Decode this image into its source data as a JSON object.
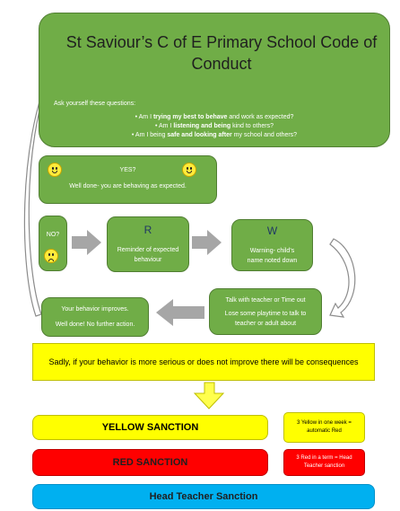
{
  "header": {
    "title": "St Saviour’s C of E Primary School Code of Conduct",
    "ask": "Ask yourself these questions:",
    "q1_pre": "Am I ",
    "q1_bold": "trying my best to behave",
    "q1_post": " and work as expected?",
    "q2_pre": "Am I ",
    "q2_bold": "listening and being",
    "q2_post": " kind to others?",
    "q3_pre": "Am I being ",
    "q3_bold": "safe and looking after",
    "q3_post": " my school and others?"
  },
  "yes_box": {
    "label": "YES?",
    "text": "Well done- you are behaving as expected."
  },
  "no_box": {
    "label": "NO?"
  },
  "r_box": {
    "letter": "R",
    "text": "Reminder of expected behaviour"
  },
  "w_box": {
    "letter": "W",
    "text": "Warning- child’s name noted down"
  },
  "talk_box": {
    "line1": "Talk with teacher or Time out",
    "line2": "Lose some playtime to talk to teacher or adult about"
  },
  "improve_box": {
    "line1": "Your behavior improves.",
    "line2": "Well done! No further action."
  },
  "consequence": "Sadly, if your behavior is more serious or does not improve there will be consequences",
  "sanctions": {
    "yellow": "YELLOW SANCTION",
    "red": "RED SANCTION",
    "head": "Head Teacher Sanction",
    "yellow_note": "3 Yellow in one week = automatic Red",
    "red_note": "3 Red in a term = Head Teacher sanction"
  },
  "colors": {
    "green": "#70ad47",
    "yellow": "#ffff00",
    "red": "#ff0000",
    "blue": "#00b0f0",
    "arrow_gray": "#a6a6a6"
  },
  "icons": [
    "smiley-face-icon",
    "sad-face-icon",
    "right-arrow-icon",
    "left-arrow-icon",
    "down-arrow-icon",
    "curved-arrow-icon"
  ]
}
